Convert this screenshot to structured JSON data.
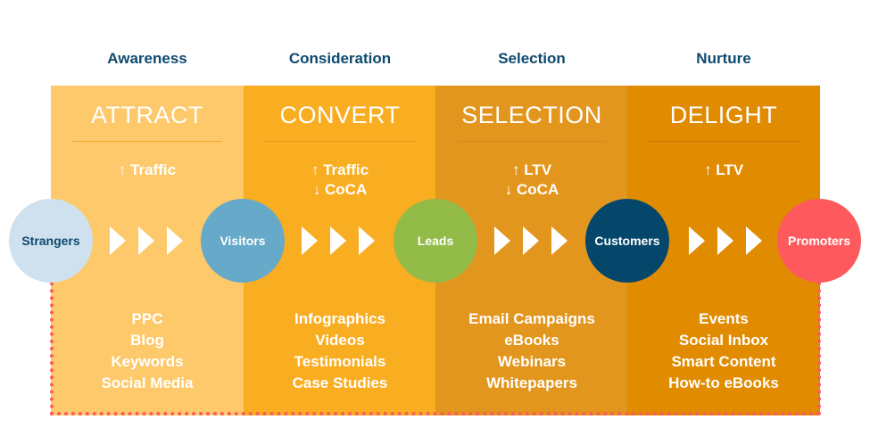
{
  "stages": [
    {
      "label": "Awareness"
    },
    {
      "label": "Consideration"
    },
    {
      "label": "Selection"
    },
    {
      "label": "Nurture"
    }
  ],
  "columns": [
    {
      "title": "ATTRACT",
      "color": "#fdc96b",
      "rule_color": "#f4a72b",
      "metrics": [
        {
          "arrow": "↑",
          "text": "Traffic"
        }
      ],
      "tactics": [
        "PPC",
        "Blog",
        "Keywords",
        "Social Media"
      ]
    },
    {
      "title": "CONVERT",
      "color": "#f9ad21",
      "rule_color": "#e8961a",
      "metrics": [
        {
          "arrow": "↑",
          "text": "Traffic"
        },
        {
          "arrow": "↓",
          "text": "CoCA"
        }
      ],
      "tactics": [
        "Infographics",
        "Videos",
        "Testimonials",
        "Case Studies"
      ]
    },
    {
      "title": "SELECTION",
      "color": "#e3961e",
      "rule_color": "#d98616",
      "metrics": [
        {
          "arrow": "↑",
          "text": "LTV"
        },
        {
          "arrow": "↓",
          "text": "CoCA"
        }
      ],
      "tactics": [
        "Email Campaigns",
        "eBooks",
        "Webinars",
        "Whitepapers"
      ]
    },
    {
      "title": "DELIGHT",
      "color": "#e08b00",
      "rule_color": "#d26f06",
      "metrics": [
        {
          "arrow": "↑",
          "text": "LTV"
        }
      ],
      "tactics": [
        "Events",
        "Social Inbox",
        "Smart Content",
        "How-to eBooks"
      ]
    }
  ],
  "nodes": [
    {
      "label": "Strangers",
      "color": "#cfe1ee",
      "text_color": "#0d4a6e"
    },
    {
      "label": "Visitors",
      "color": "#66a9c9",
      "text_color": "#ffffff"
    },
    {
      "label": "Leads",
      "color": "#93bb48",
      "text_color": "#ffffff"
    },
    {
      "label": "Customers",
      "color": "#05476b",
      "text_color": "#ffffff"
    },
    {
      "label": "Promoters",
      "color": "#fe5a5d",
      "text_color": "#ffffff"
    }
  ],
  "flow_icon": "triple-chevron-right-icon",
  "border_color": "#fe5a5d"
}
